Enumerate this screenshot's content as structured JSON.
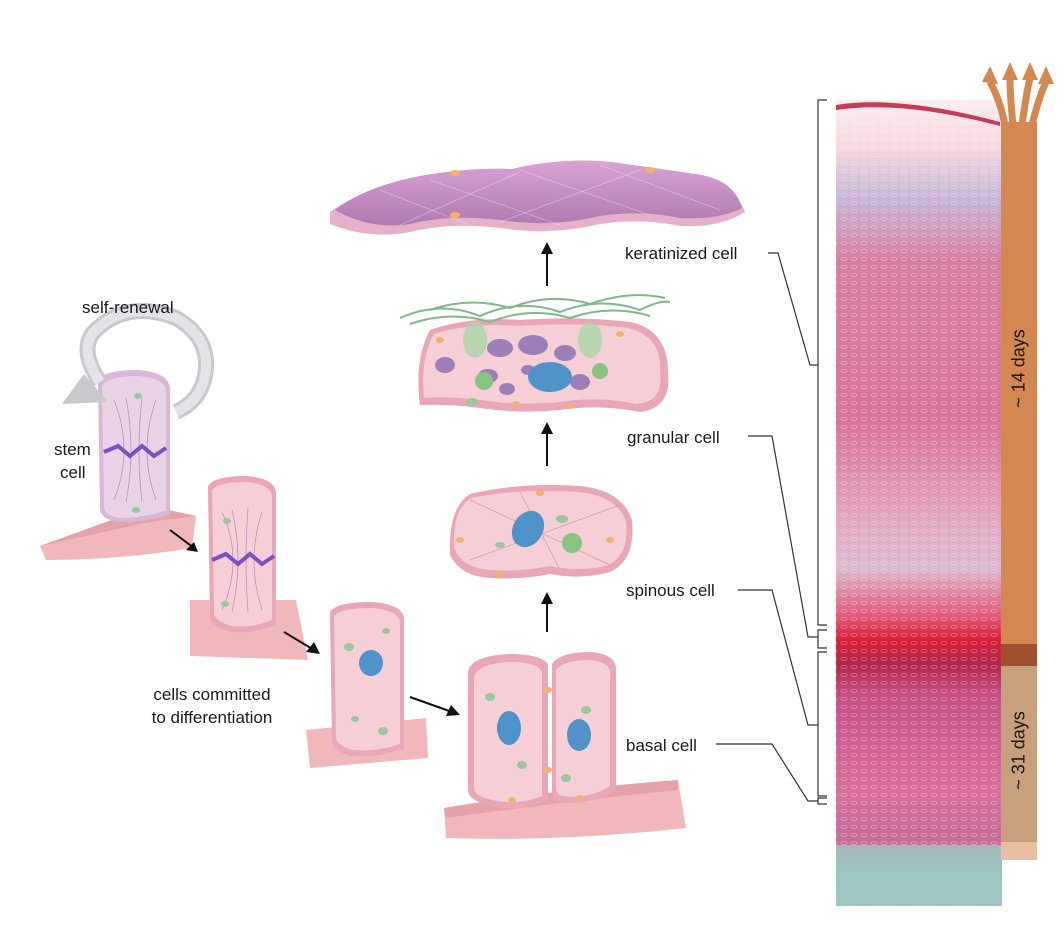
{
  "labels": {
    "self_renewal": "self-renewal",
    "stem_cell_line1": "stem",
    "stem_cell_line2": "cell",
    "committed_line1": "cells committed",
    "committed_line2": "to differentiation",
    "keratinized": "keratinized cell",
    "granular": "granular cell",
    "spinous": "spinous cell",
    "basal": "basal cell"
  },
  "timeline": {
    "upper_duration": "~ 14 days",
    "lower_duration": "~ 31 days"
  },
  "colors": {
    "cell_pink": "#f4c4cc",
    "cell_pink_dark": "#e3a3ae",
    "keratin_purple": "#c98ac0",
    "nucleus_blue": "#4f93c9",
    "granule_purple": "#9b7fb8",
    "timeline_orange": "#d4884f",
    "timeline_tan": "#c9a07c",
    "timeline_brown": "#a0502c",
    "histology_pink": "#d45a8a",
    "histology_red": "#d81e3a",
    "chromosome_purple": "#7a4fc8"
  }
}
